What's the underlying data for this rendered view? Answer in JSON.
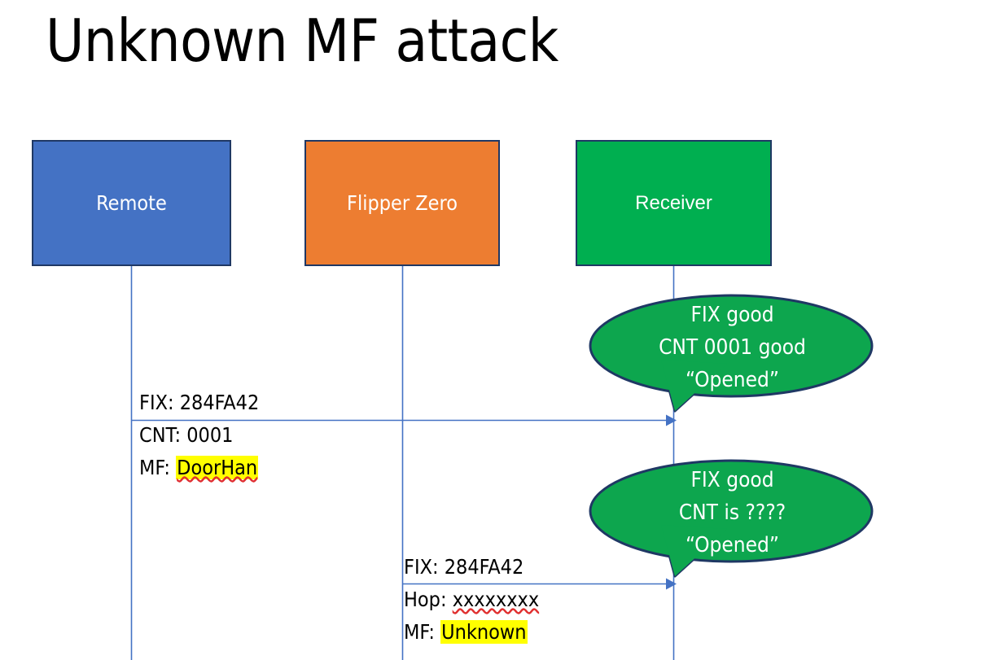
{
  "slide": {
    "title": "Unknown MF attack",
    "background": "#FFFFFF"
  },
  "colors": {
    "remote_fill": "#4472C4",
    "flipper_fill": "#ED7D31",
    "receiver_fill": "#00AF50",
    "callout_fill": "#0DA64E",
    "box_border": "#1F3864",
    "lifeline": "#4472C4",
    "arrow": "#4472C4",
    "highlight": "#FFFF00",
    "spellcheck_underline": "#E03030",
    "text_dark": "#000000",
    "text_light": "#FFFFFF"
  },
  "actors": [
    {
      "id": "remote",
      "label": "Remote"
    },
    {
      "id": "flipper",
      "label": "Flipper Zero"
    },
    {
      "id": "receiver",
      "label": "Receiver"
    }
  ],
  "messages": [
    {
      "id": "remote-to-receiver",
      "from": "remote",
      "to": "receiver",
      "lines": [
        {
          "label": "FIX: ",
          "value": "284FA42",
          "highlight": false,
          "spellcheck": false
        },
        {
          "label": "CNT: ",
          "value": "0001",
          "highlight": false,
          "spellcheck": false
        },
        {
          "label": "MF: ",
          "value": "DoorHan",
          "highlight": true,
          "spellcheck": true
        }
      ]
    },
    {
      "id": "flipper-to-receiver",
      "from": "flipper",
      "to": "receiver",
      "lines": [
        {
          "label": "FIX: ",
          "value": "284FA42",
          "highlight": false,
          "spellcheck": false
        },
        {
          "label": "Hop: ",
          "value": "xxxxxxxx",
          "highlight": false,
          "spellcheck": true
        },
        {
          "label": "MF: ",
          "value": "Unknown",
          "highlight": true,
          "spellcheck": false
        }
      ]
    }
  ],
  "callouts": [
    {
      "id": "callout-1",
      "anchor": "remote-to-receiver",
      "lines": [
        "FIX good",
        "CNT 0001 good",
        "“Opened”"
      ]
    },
    {
      "id": "callout-2",
      "anchor": "flipper-to-receiver",
      "lines": [
        "FIX good",
        "CNT is ????",
        "“Opened”"
      ]
    }
  ]
}
